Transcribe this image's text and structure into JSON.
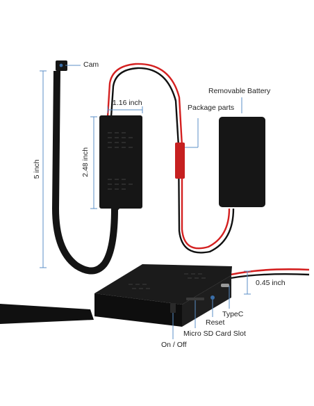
{
  "labels": {
    "cam": "Cam",
    "removable_battery": "Removable Battery",
    "package_parts": "Package parts",
    "width": "1.16 inch",
    "height": "2.48 inch",
    "cable_length": "5 inch",
    "thickness": "0.45 inch",
    "typec": "TypeC",
    "reset": "Reset",
    "micro_sd": "Micro SD Card Slot",
    "on_off": "On / Off"
  },
  "colors": {
    "dimension_line": "#5b8fc7",
    "device_body": "#161616",
    "wire_red": "#d42020",
    "wire_black": "#111111",
    "cable_flat": "#141414"
  },
  "icons": {
    "camera_lens": "lens-dot",
    "speaker_grille": "dot-grid"
  }
}
